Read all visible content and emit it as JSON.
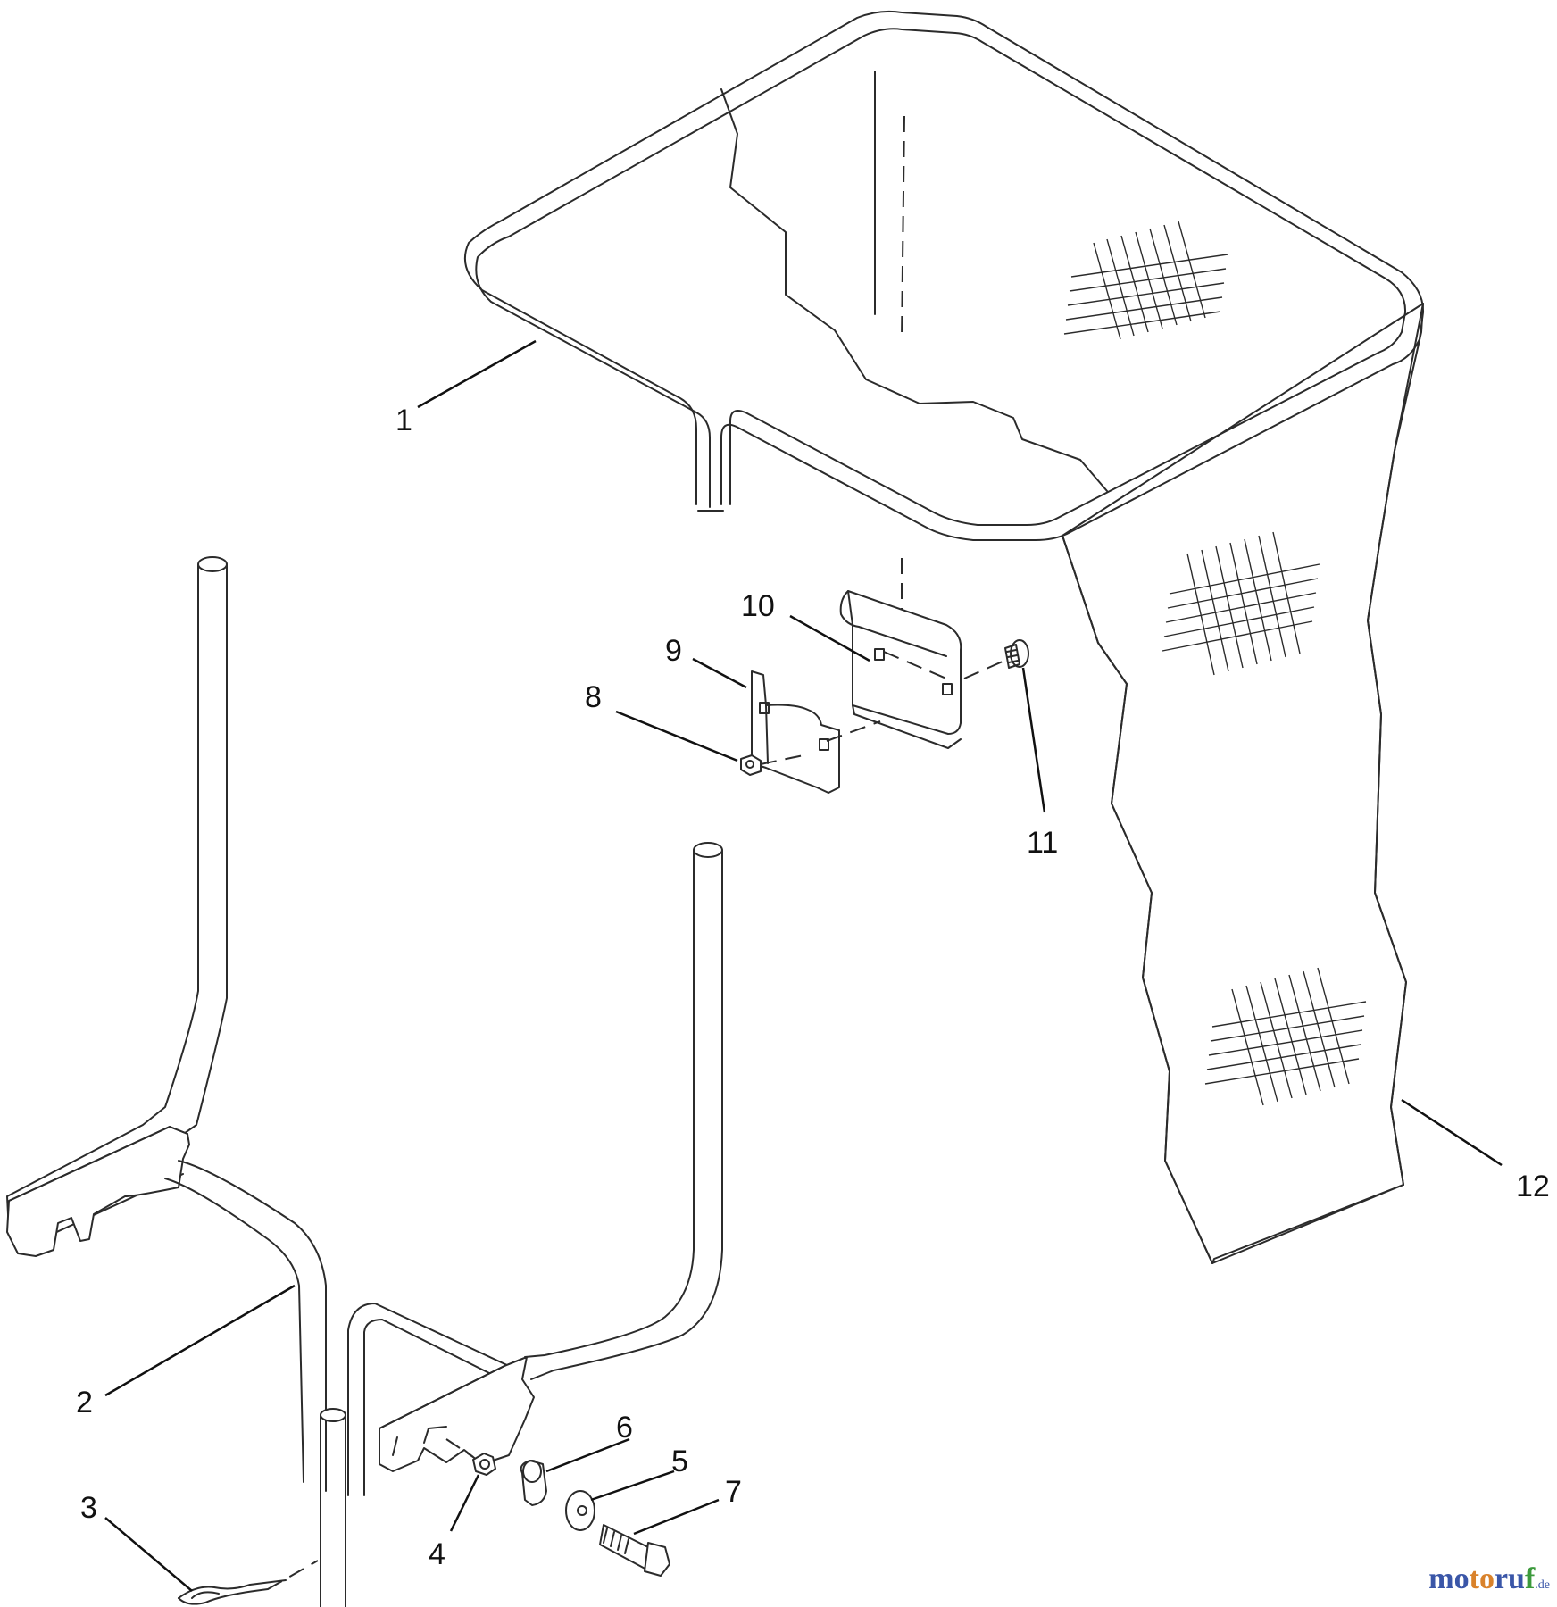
{
  "diagram": {
    "callouts": [
      {
        "id": "c1",
        "label": "1"
      },
      {
        "id": "c2",
        "label": "2"
      },
      {
        "id": "c3",
        "label": "3"
      },
      {
        "id": "c4",
        "label": "4"
      },
      {
        "id": "c5",
        "label": "5"
      },
      {
        "id": "c6",
        "label": "6"
      },
      {
        "id": "c7",
        "label": "7"
      },
      {
        "id": "c8",
        "label": "8"
      },
      {
        "id": "c9",
        "label": "9"
      },
      {
        "id": "c10",
        "label": "10"
      },
      {
        "id": "c11",
        "label": "11"
      },
      {
        "id": "c12",
        "label": "12"
      }
    ]
  },
  "watermark": {
    "part1": "mo",
    "part2": "to",
    "part3": "ru",
    "part4": "f",
    "domain": ".de"
  },
  "colors": {
    "line": "#2b2b2b",
    "background": "#ffffff",
    "watermark_blue": "#3a56a8",
    "watermark_orange": "#d9822b",
    "watermark_green": "#3c9a3c"
  }
}
